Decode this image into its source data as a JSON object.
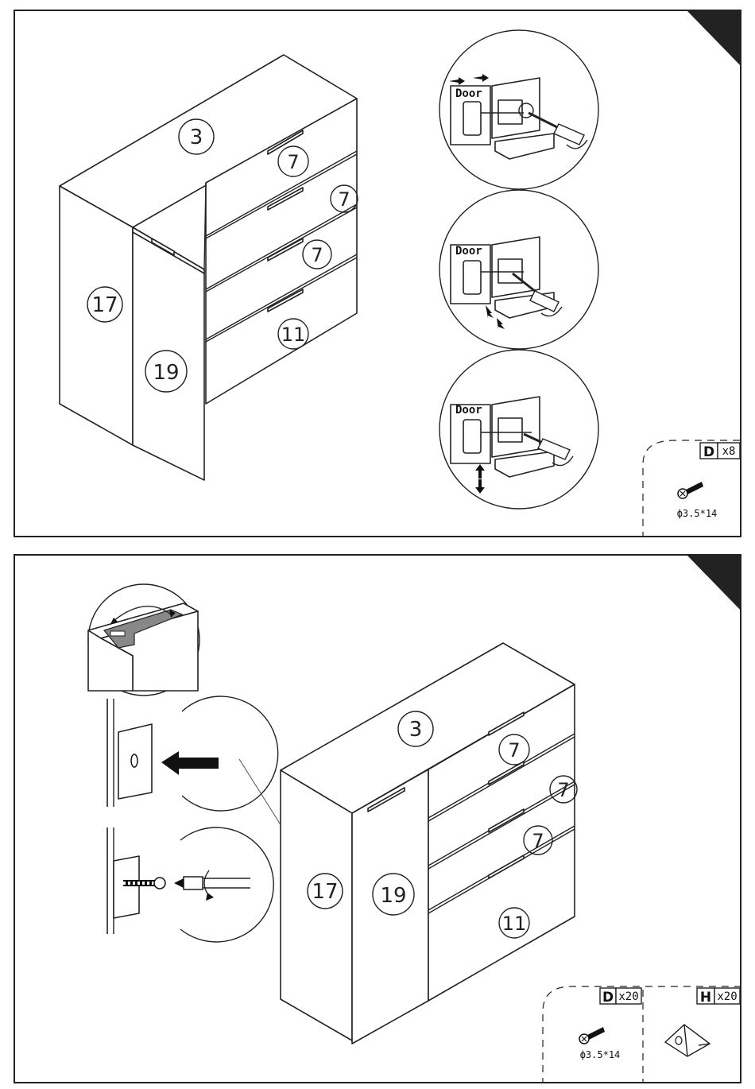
{
  "top_step": {
    "part_labels": {
      "top": "3",
      "drawer_1": "7",
      "drawer_2": "7",
      "drawer_3": "7",
      "drawer_bottom": "11",
      "side": "17",
      "door": "19"
    },
    "hinge_details": [
      {
        "text": "Door"
      },
      {
        "text": "Door"
      },
      {
        "text": "Door"
      }
    ],
    "hardware": {
      "code": "D",
      "qty": "x8",
      "spec": "ф3.5*14",
      "icon": "screw-icon"
    }
  },
  "bottom_step": {
    "part_labels": {
      "top": "3",
      "drawer_1": "7",
      "drawer_2": "7",
      "drawer_3": "7",
      "drawer_bottom": "11",
      "side": "17",
      "door": "19"
    },
    "hardware": [
      {
        "code": "D",
        "qty": "x20",
        "spec": "ф3.5*14",
        "icon": "screw-icon"
      },
      {
        "code": "H",
        "qty": "x20",
        "icon": "corner-block-icon"
      }
    ]
  }
}
